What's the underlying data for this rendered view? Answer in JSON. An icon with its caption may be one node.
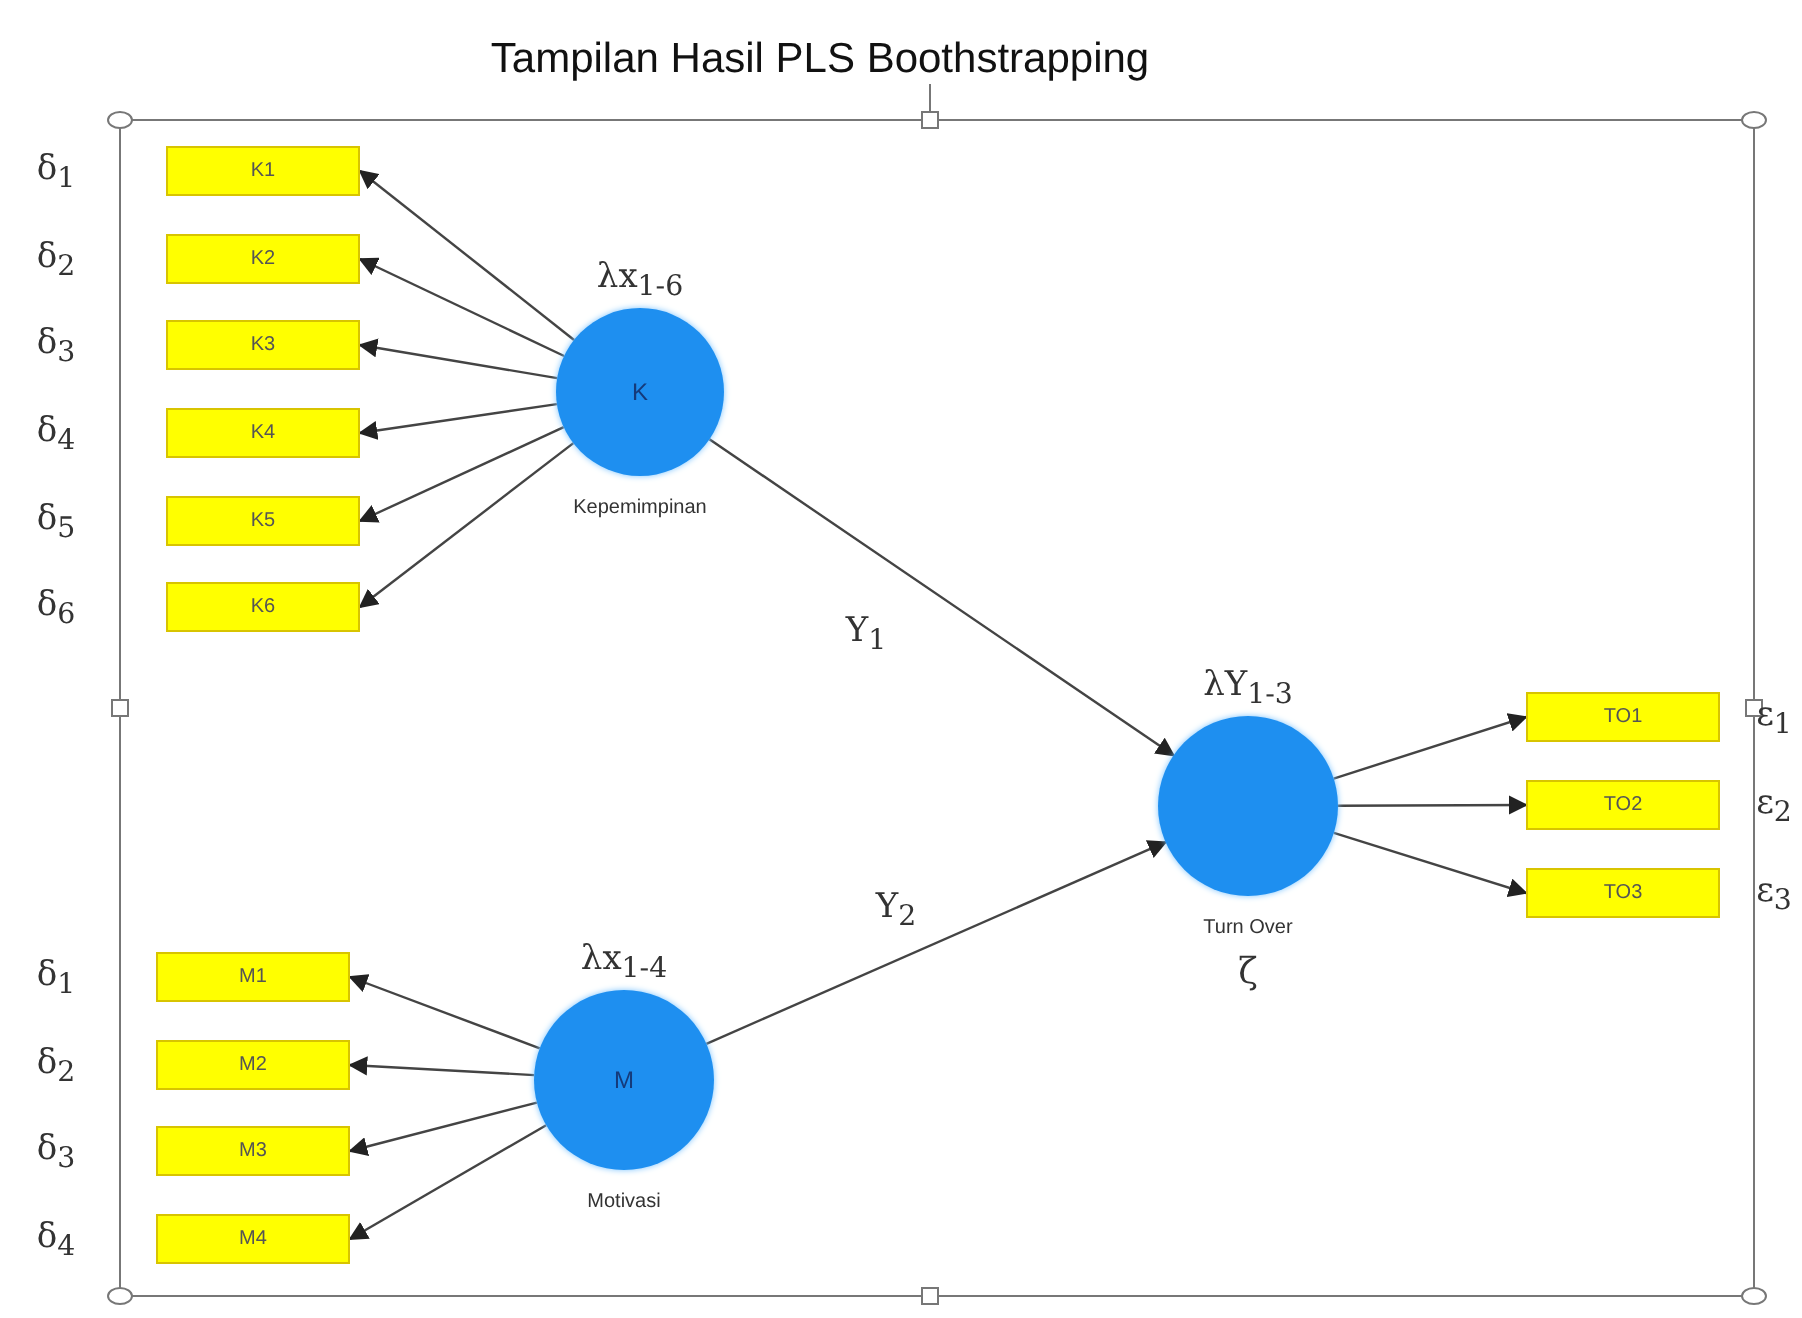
{
  "diagram": {
    "title": "Tampilan Hasil PLS Boothstrapping",
    "nodes": [
      {
        "text": [
          "K"
        ],
        "beside": [
          "λx$_{1-6}$",
          "Kepemimpinan"
        ]
      },
      {
        "text": [
          "K1"
        ],
        "beside": [
          "δ$_{1}$"
        ]
      },
      {
        "text": [
          "K2"
        ],
        "beside": [
          "δ$_{2}$"
        ]
      },
      {
        "text": [
          "K3"
        ],
        "beside": [
          "δ$_{3}$"
        ]
      },
      {
        "text": [
          "K4"
        ],
        "beside": [
          "δ$_{4}$"
        ]
      },
      {
        "text": [
          "K5"
        ],
        "beside": [
          "δ$_{5}$"
        ]
      },
      {
        "text": [
          "K6"
        ],
        "beside": [
          "δ$_{6}$"
        ]
      },
      {
        "text": [
          "M"
        ],
        "beside": [
          "λx$_{1-4}$",
          "Motivasi"
        ]
      },
      {
        "text": [
          "M1"
        ],
        "beside": [
          "δ$_{1}$"
        ]
      },
      {
        "text": [
          "M2"
        ],
        "beside": [
          "δ$_{2}$"
        ]
      },
      {
        "text": [
          "M3"
        ],
        "beside": [
          "δ$_{3}$"
        ]
      },
      {
        "text": [
          "M4"
        ],
        "beside": [
          "δ$_{4}$"
        ]
      },
      {
        "text": [],
        "shape": "circle",
        "beside": [
          "λY$_{1-3}$",
          "Turn Over",
          "ζ"
        ]
      },
      {
        "text": [
          "TO1"
        ],
        "beside": [
          "ε$_{1}$"
        ]
      },
      {
        "text": [
          "TO2"
        ],
        "beside": [
          "ε$_{2}$"
        ]
      },
      {
        "text": [
          "TO3"
        ],
        "beside": [
          "ε$_{3}$"
        ]
      }
    ],
    "edges": [
      {
        "from": 0,
        "to": 1,
        "arrow": "to"
      },
      {
        "from": 0,
        "to": 2,
        "arrow": "to"
      },
      {
        "from": 0,
        "to": 3,
        "arrow": "to"
      },
      {
        "from": 0,
        "to": 4,
        "arrow": "to"
      },
      {
        "from": 0,
        "to": 5,
        "arrow": "to"
      },
      {
        "from": 0,
        "to": 6,
        "arrow": "to"
      },
      {
        "from": 7,
        "to": 8,
        "arrow": "to"
      },
      {
        "from": 7,
        "to": 9,
        "arrow": "to"
      },
      {
        "from": 7,
        "to": 10,
        "arrow": "to"
      },
      {
        "from": 7,
        "to": 11,
        "arrow": "to"
      },
      {
        "from": 0,
        "to": 12,
        "arrow": "to",
        "label": "Υ$_{1}$"
      },
      {
        "from": 7,
        "to": 12,
        "arrow": "to",
        "label": "Υ$_{2}$"
      },
      {
        "from": 12,
        "to": 13,
        "arrow": "to"
      },
      {
        "from": 12,
        "to": 14,
        "arrow": "to"
      },
      {
        "from": 12,
        "to": 15,
        "arrow": "to"
      }
    ]
  }
}
